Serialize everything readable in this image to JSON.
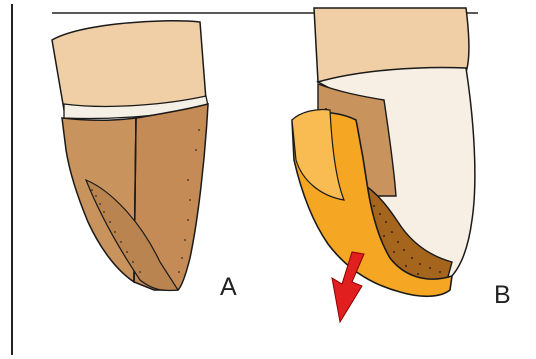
{
  "figure": {
    "panels": [
      {
        "label": "A",
        "parts": [
          "tooth-crown",
          "gingiva",
          "veneer-preparation-shell"
        ]
      },
      {
        "label": "B",
        "parts": [
          "tooth-crown",
          "gingiva",
          "prepared-tooth-surface",
          "veneer-restoration",
          "cement-layer",
          "direction-arrow"
        ]
      }
    ],
    "colors": {
      "gingiva": "#f0cfa6",
      "tooth": "#f7efe3",
      "prepared_surface": "#c9935e",
      "veneer": "#f5a623",
      "cement": "#a5651d",
      "arrow": "#e21f1f",
      "outline": "#1a1a1a"
    },
    "icons": {
      "arrow": "arrow-down-left-icon"
    }
  }
}
